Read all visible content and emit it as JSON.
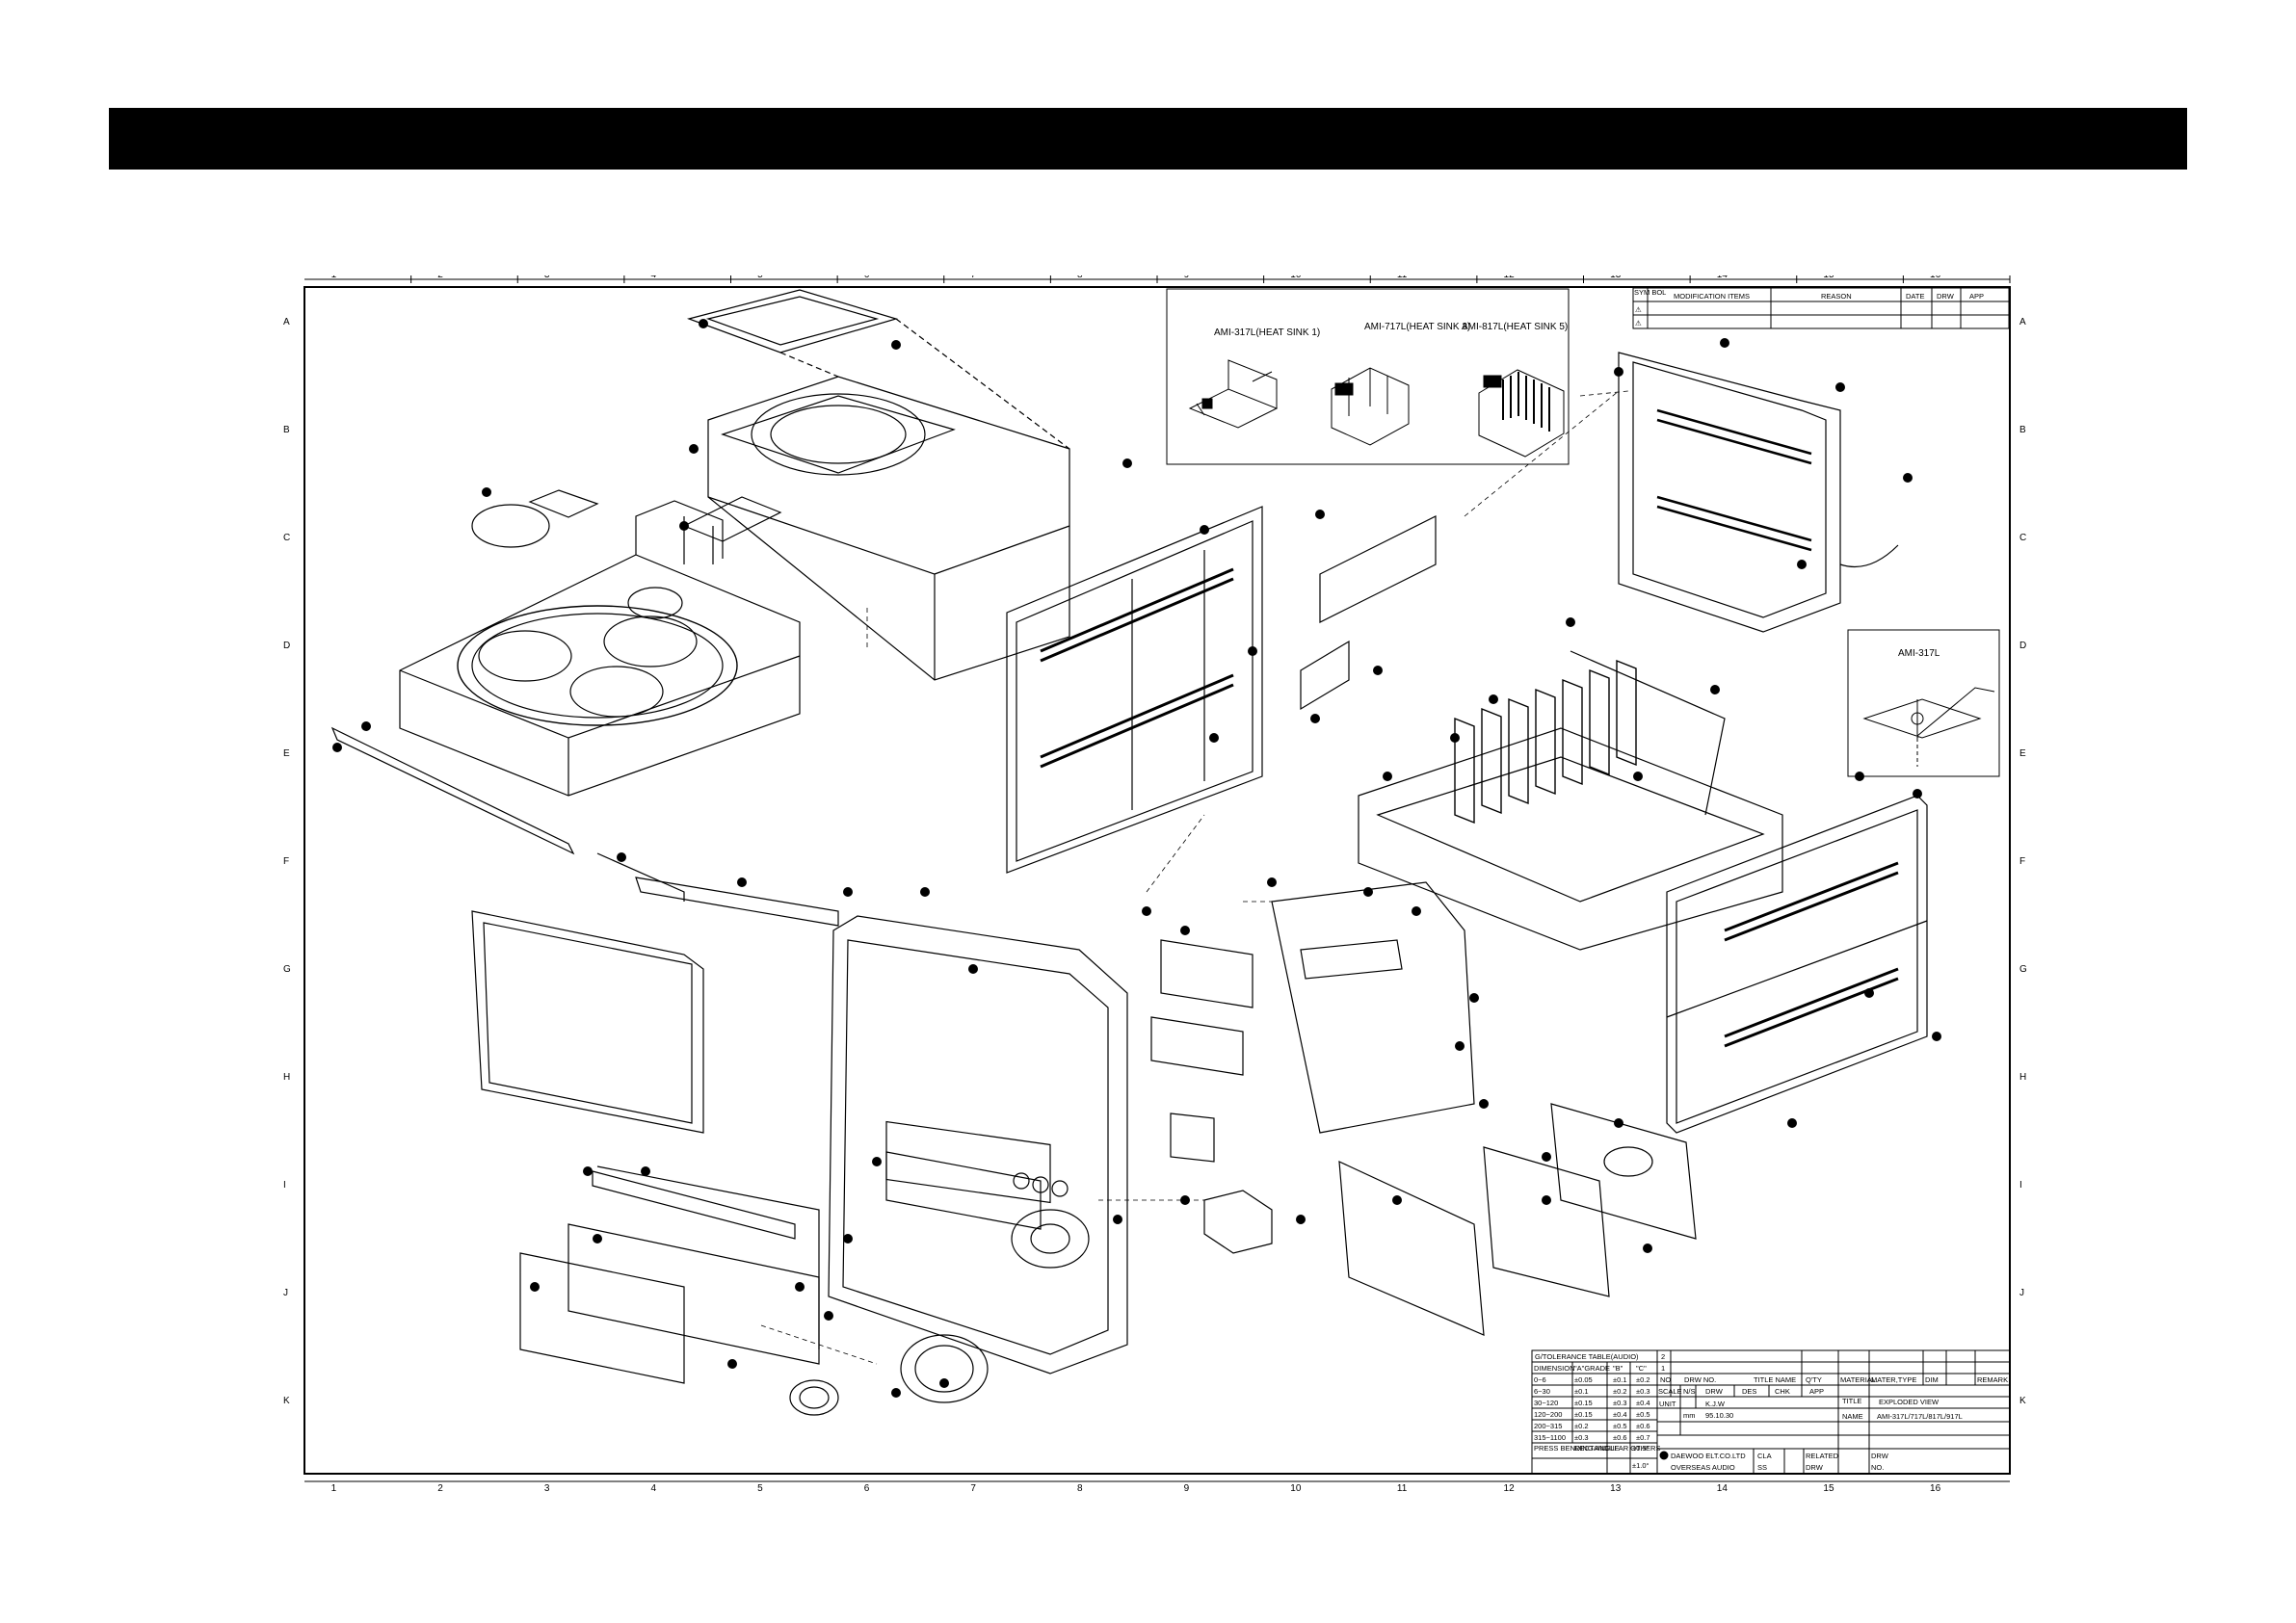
{
  "grid": {
    "columns": [
      "1",
      "2",
      "3",
      "4",
      "5",
      "6",
      "7",
      "8",
      "9",
      "10",
      "11",
      "12",
      "13",
      "14",
      "15",
      "16"
    ],
    "rows": [
      "A",
      "B",
      "C",
      "D",
      "E",
      "F",
      "G",
      "H",
      "I",
      "J",
      "K"
    ]
  },
  "inset_heatsinks": {
    "labels": [
      "AMI-317L(HEAT SINK 1)",
      "AMI-717L(HEAT SINK 3)",
      "AMI-817L(HEAT SINK 5)"
    ]
  },
  "inset_power": {
    "label": "AMI-317L"
  },
  "revision_block": {
    "sym_label": "SYM BOL",
    "headers": [
      "MODIFICATION ITEMS",
      "REASON",
      "DATE",
      "DRW",
      "APP"
    ],
    "symbols": [
      "⚠",
      "⚠"
    ]
  },
  "tolerance_table": {
    "title": "G/TOLERANCE TABLE(AUDIO)",
    "headers": [
      "DIMENSION",
      "\"A\"GRADE",
      "\"B\"",
      "\"C\""
    ],
    "rows": [
      [
        "0~6",
        "±0.05",
        "±0.1",
        "±0.2"
      ],
      [
        "6~30",
        "±0.1",
        "±0.2",
        "±0.3"
      ],
      [
        "30~120",
        "±0.15",
        "±0.3",
        "±0.4"
      ],
      [
        "120~200",
        "±0.15",
        "±0.4",
        "±0.5"
      ],
      [
        "200~315",
        "±0.2",
        "±0.5",
        "±0.6"
      ],
      [
        "315~1100",
        "±0.3",
        "±0.6",
        "±0.7"
      ]
    ],
    "press_label": "PRESS BENDING ANGLE",
    "rect_label": "RECTANGULAR OTHERS",
    "rect_values": [
      "±0.5°",
      "±1.0°"
    ]
  },
  "title_block": {
    "rev_nums": [
      "2",
      "1"
    ],
    "no_label": "NO",
    "drw_no_label": "DRW NO.",
    "title_name_label": "TITLE NAME",
    "qty_label": "Q'TY",
    "material_label": "MATERIAL",
    "mater_type_label": "MATER,TYPE",
    "dim_label": "DIM",
    "remark_label": "REMARK",
    "scale_label": "SCALE",
    "scale_value": "N/S",
    "drw_label": "DRW",
    "des_label": "DES",
    "chk_label": "CHK",
    "app_label": "APP",
    "title_label": "TITLE",
    "title_value": "EXPLODED VIEW",
    "unit_label": "UNIT",
    "unit_value": "mm",
    "drawer": "K.J.W",
    "date": "95.10.30",
    "name_label": "NAME",
    "name_value": "AMI-317L/717L/817L/917L",
    "company": "DAEWOO ELT.CO.LTD",
    "division": "OVERSEAS AUDIO",
    "cla_label": "CLA",
    "ss_label": "SS",
    "related_label": "RELATED",
    "related_drw": "DRW",
    "drw_no2_label": "DRW",
    "drw_no2_sub": "NO."
  },
  "colors": {
    "banner": "#000000",
    "line": "#000000",
    "paper": "#ffffff"
  }
}
